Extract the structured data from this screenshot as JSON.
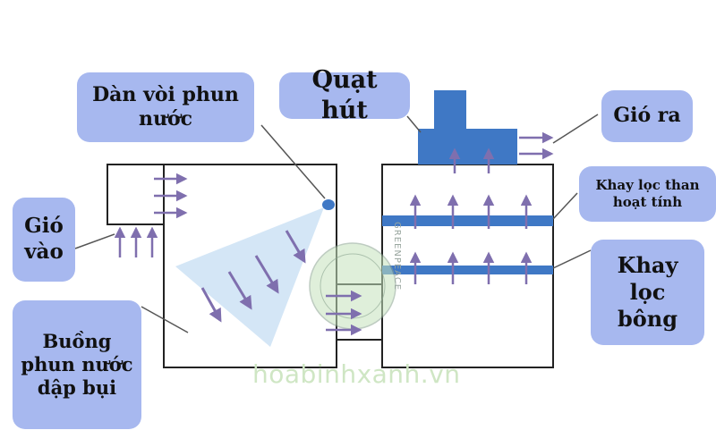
{
  "labels": {
    "nozzle": "Dàn vòi phun nước",
    "fan": "Quạt hút",
    "air_out": "Gió ra",
    "carbon_tray": "Khay lọc than hoạt tính",
    "air_in": "Gió vào",
    "cotton_tray": "Khay lọc bông",
    "spray_chamber": "Buồng phun nước dập bụi"
  },
  "watermark": "hoabinhxanh.vn",
  "stamp_text": "GREENPEACE",
  "colors": {
    "label_bg": "#a7b8ef",
    "fan_blue": "#3f78c5",
    "tray_blue": "#3f78c5",
    "arrow_purple": "#7f6fae",
    "spray_fill": "#cfe3f5",
    "outline": "#222222"
  }
}
